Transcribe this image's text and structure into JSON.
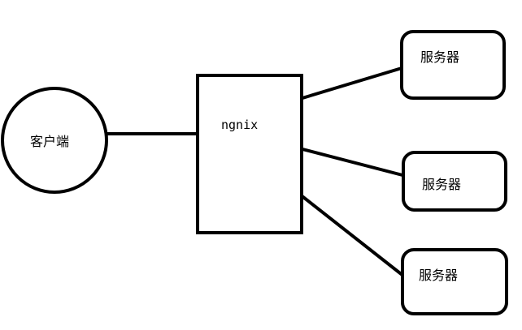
{
  "nodes": {
    "client": {
      "label": "客户端"
    },
    "nginx": {
      "label": "ngnix"
    },
    "server_1": {
      "label": "服务器"
    },
    "server_2": {
      "label": "服务器"
    },
    "server_3": {
      "label": "服务器"
    }
  },
  "edges": [
    {
      "from": "client",
      "to": "nginx"
    },
    {
      "from": "nginx",
      "to": "server_1"
    },
    {
      "from": "nginx",
      "to": "server_2"
    },
    {
      "from": "nginx",
      "to": "server_3"
    }
  ],
  "colors": {
    "stroke": "#000000",
    "background": "#ffffff"
  }
}
